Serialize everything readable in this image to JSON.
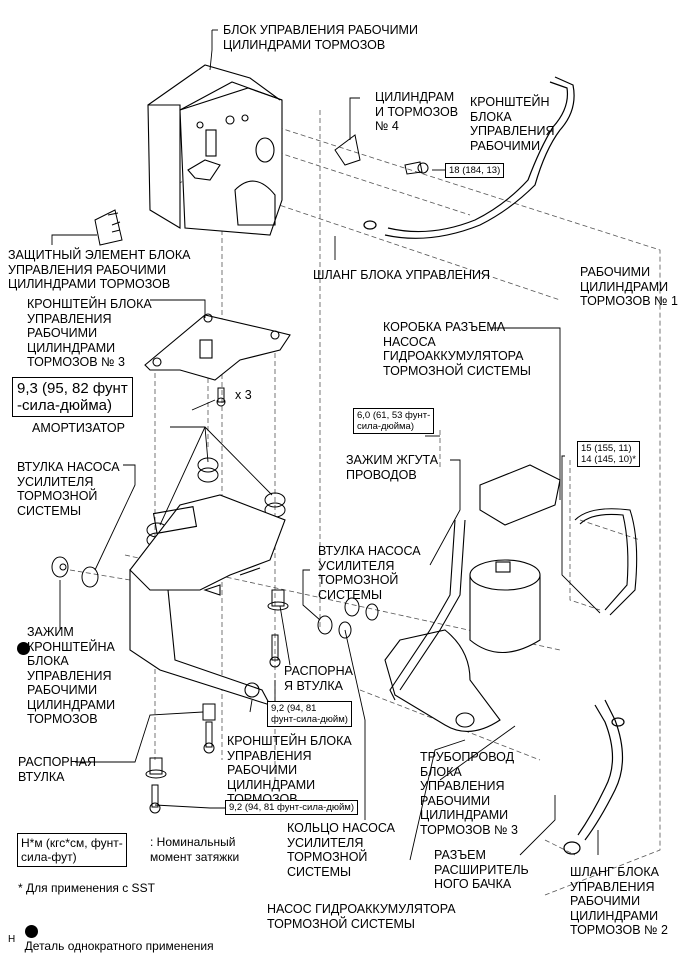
{
  "labels": {
    "control_block": "БЛОК УПРАВЛЕНИЯ РАБОЧИМИ\nЦИЛИНДРАМИ ТОРМОЗОВ",
    "bracket_4": "ЦИЛИНДРАМ\nИ ТОРМОЗОВ\n№ 4",
    "bracket_right": "КРОНШТЕЙН\nБЛОКА\nУПРАВЛЕНИЯ\nРАБОЧИМИ",
    "protector": "ЗАЩИТНЫЙ ЭЛЕМЕНТ БЛОКА\nУПРАВЛЕНИЯ РАБОЧИМИ\nЦИЛИНДРАМИ ТОРМОЗОВ",
    "hose": "ШЛАНГ БЛОКА УПРАВЛЕНИЯ",
    "hose_1": "РАБОЧИМИ\nЦИЛИНДРАМИ\nТОРМОЗОВ № 1",
    "bracket_3": "КРОНШТЕЙН БЛОКА\nУПРАВЛЕНИЯ\nРАБОЧИМИ\nЦИЛИНДРАМИ\nТОРМОЗОВ № 3",
    "connector_box": "КОРОБКА РАЗЪЕМА\nНАСОСА\nГИДРОАККУМУЛЯТОРА\nТОРМОЗНОЙ СИСТЕМЫ",
    "times3": "x 3",
    "damper": "АМОРТИЗАТОР",
    "harness_clamp": "ЗАЖИМ ЖГУТА\nПРОВОДОВ",
    "pump_bush_left": "ВТУЛКА НАСОСА\nУСИЛИТЕЛЯ\nТОРМОЗНОЙ\nСИСТЕМЫ",
    "pump_bush_mid": "ВТУЛКА НАСОСА\nУСИЛИТЕЛЯ\nТОРМОЗНОЙ\nСИСТЕМЫ",
    "bracket_clip": "ЗАЖИМ\nКРОНШТЕЙНА\nБЛОКА\nУПРАВЛЕНИЯ\nРАБОЧИМИ\nЦИЛИНДРАМИ\nТОРМОЗОВ",
    "spacer_mid": "РАСПОРНА\nЯ ВТУЛКА",
    "spacer_left": "РАСПОРНАЯ\nВТУЛКА",
    "bracket_lower": "КРОНШТЕЙН БЛОКА\nУПРАВЛЕНИЯ\nРАБОЧИМИ\nЦИЛИНДРАМИ\nТОРМОЗОВ",
    "pipe_3": "ТРУБОПРОВОД\nБЛОКА\nУПРАВЛЕНИЯ\nРАБОЧИМИ\nЦИЛИНДРАМИ\nТОРМОЗОВ № 3",
    "pump_ring": "КОЛЬЦО НАСОСА\nУСИЛИТЕЛЯ\nТОРМОЗНОЙ\nСИСТЕМЫ",
    "reservoir_conn": "РАЗЪЕМ\nРАСШИРИТЕЛЬ\nНОГО БАЧКА",
    "hose_2": "ШЛАНГ БЛОКА\nУПРАВЛЕНИЯ\nРАБОЧИМИ\nЦИЛИНДРАМИ\nТОРМОЗОВ № 2",
    "accumulator_pump": "НАСОС ГИДРОАККУМУЛЯТОРА\nТОРМОЗНОЙ СИСТЕМЫ",
    "corner_mark": "H"
  },
  "torques": {
    "t18": "18 (184, 13)",
    "t93": "9,3 (95, 82 фунт\n-сила-дюйма)",
    "t60": "6,0 (61, 53 фунт-\nсила-дюйма)",
    "t15": "15 (155, 11)\n14 (145, 10)*",
    "t92a": "9,2 (94, 81\nфунт-сила-дюйм)",
    "t92b": "9,2 (94, 81 фунт-сила-дюйм)"
  },
  "legend": {
    "unit_box": "Н*м (кгс*см, фунт-\nсила-фут)",
    "unit_desc": ": Номинальный\nмомент затяжки",
    "sst_note": "* Для применения с SST",
    "single_use": "Деталь однократного применения"
  }
}
